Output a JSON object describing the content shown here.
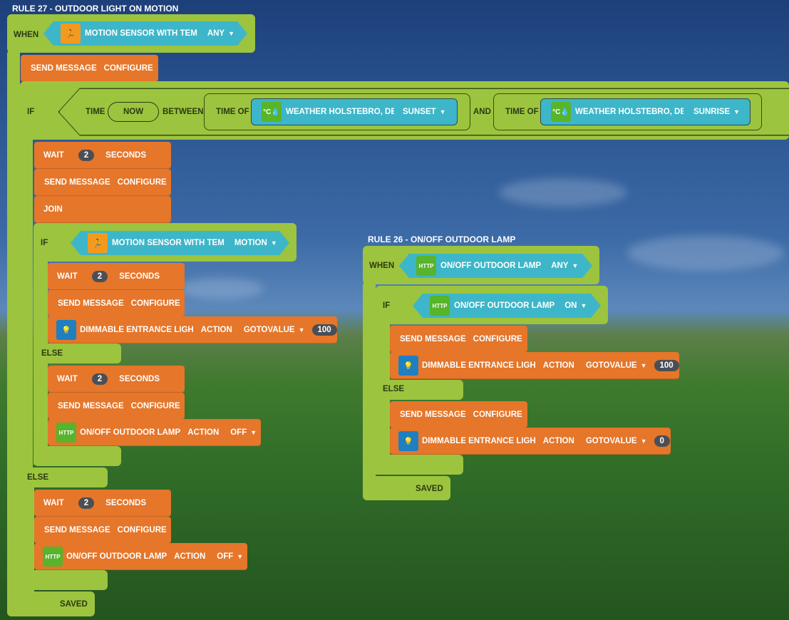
{
  "rule27": {
    "title": "RULE 27 - OUTDOOR LIGHT ON MOTION",
    "when_label": "WHEN",
    "trigger_device": "MOTION SENSOR WITH TEM",
    "trigger_value": "ANY",
    "send_message_1": {
      "label": "SEND MESSAGE",
      "type": "CONFIGURE"
    },
    "if_label": "IF",
    "time_label": "TIME",
    "time_value": "NOW",
    "between_label": "BETWEEN",
    "time_of_label_1": "TIME OF",
    "weather_device_1": "WEATHER HOLSTEBRO, DEN",
    "weather_value_1": "SUNSET",
    "and_label": "AND",
    "time_of_label_2": "TIME OF",
    "weather_device_2": "WEATHER HOLSTEBRO, DEN",
    "weather_value_2": "SUNRISE",
    "wait_1": {
      "label": "WAIT",
      "value": "2",
      "unit": "SECONDS"
    },
    "send_message_2": {
      "label": "SEND MESSAGE",
      "type": "CONFIGURE"
    },
    "join_label": "JOIN",
    "inner_if_label": "IF",
    "inner_if_device": "MOTION SENSOR WITH TEM",
    "inner_if_value": "MOTION",
    "wait_2": {
      "label": "WAIT",
      "value": "2",
      "unit": "SECONDS"
    },
    "send_message_3": {
      "label": "SEND MESSAGE",
      "type": "CONFIGURE"
    },
    "dim_action_1": {
      "device": "DIMMABLE ENTRANCE LIGH",
      "action": "ACTION",
      "op": "GOTOVALUE",
      "value": "100"
    },
    "inner_else_label": "ELSE",
    "wait_3": {
      "label": "WAIT",
      "value": "2",
      "unit": "SECONDS"
    },
    "send_message_4": {
      "label": "SEND MESSAGE",
      "type": "CONFIGURE"
    },
    "lamp_action_1": {
      "device": "ON/OFF OUTDOOR LAMP",
      "action": "ACTION",
      "value": "OFF"
    },
    "else_label": "ELSE",
    "wait_4": {
      "label": "WAIT",
      "value": "2",
      "unit": "SECONDS"
    },
    "send_message_5": {
      "label": "SEND MESSAGE",
      "type": "CONFIGURE"
    },
    "lamp_action_2": {
      "device": "ON/OFF OUTDOOR LAMP",
      "action": "ACTION",
      "value": "OFF"
    },
    "status": "SAVED"
  },
  "rule26": {
    "title": "RULE 26 - ON/OFF OUTDOOR LAMP",
    "when_label": "WHEN",
    "trigger_device": "ON/OFF OUTDOOR LAMP",
    "trigger_value": "ANY",
    "if_label": "IF",
    "if_device": "ON/OFF OUTDOOR LAMP",
    "if_value": "ON",
    "send_message_1": {
      "label": "SEND MESSAGE",
      "type": "CONFIGURE"
    },
    "dim_action_1": {
      "device": "DIMMABLE ENTRANCE LIGH",
      "action": "ACTION",
      "op": "GOTOVALUE",
      "value": "100"
    },
    "else_label": "ELSE",
    "send_message_2": {
      "label": "SEND MESSAGE",
      "type": "CONFIGURE"
    },
    "dim_action_2": {
      "device": "DIMMABLE ENTRANCE LIGH",
      "action": "ACTION",
      "op": "GOTOVALUE",
      "value": "0"
    },
    "status": "SAVED"
  },
  "icons": {
    "motion": "running-person-icon",
    "weather": "weather-temp-icon",
    "http": "http-device-icon",
    "bulb": "lightbulb-icon"
  },
  "icon_text": {
    "weather": "°C💧",
    "http": "HTTP",
    "motion": "🏃",
    "bulb": "💡"
  },
  "colors": {
    "event_block": "#9cc43e",
    "action_block": "#e5762a",
    "condition_block": "#3db6c9",
    "number_pill": "#4b4f55"
  }
}
